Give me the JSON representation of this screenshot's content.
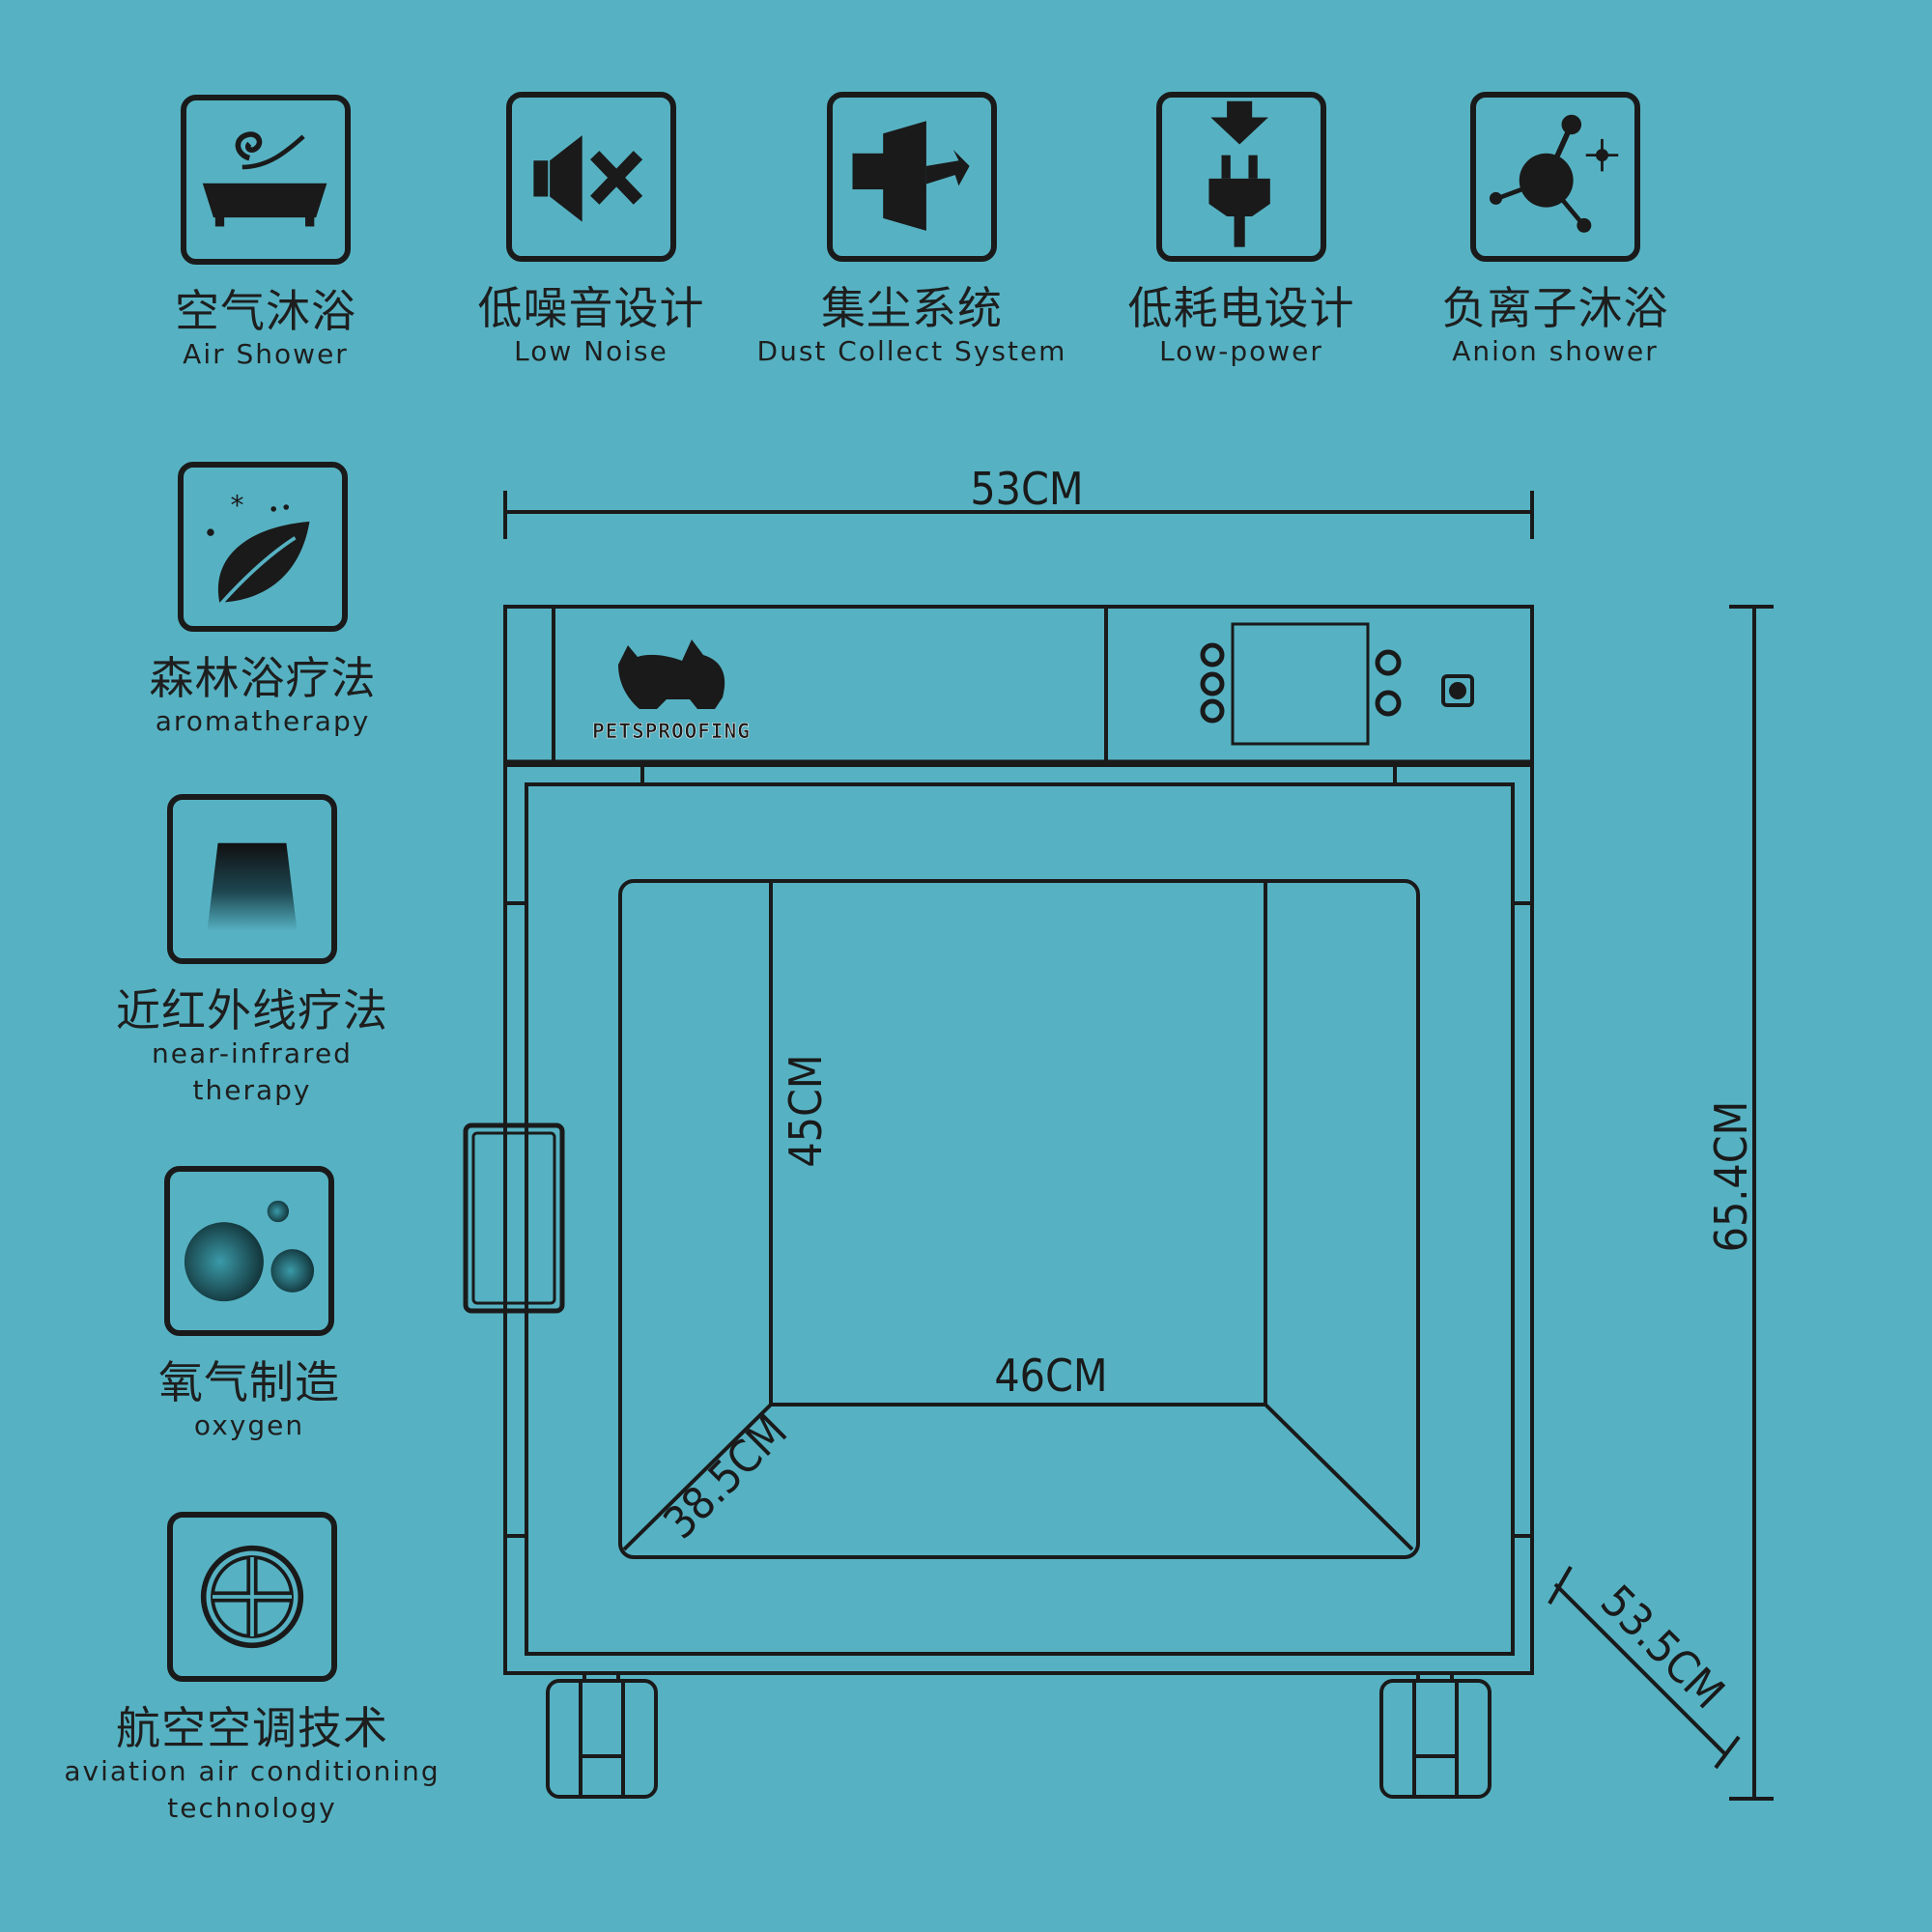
{
  "features": [
    {
      "id": "air-shower",
      "cn": "空气沐浴",
      "en": "Air Shower",
      "icon": "bathtub-swirl-icon"
    },
    {
      "id": "low-noise",
      "cn": "低噪音设计",
      "en": "Low Noise",
      "icon": "speaker-mute-icon"
    },
    {
      "id": "dust-collect",
      "cn": "集尘系统",
      "en": "Dust Collect System",
      "icon": "dust-collector-icon"
    },
    {
      "id": "low-power",
      "cn": "低耗电设计",
      "en": "Low-power",
      "icon": "plug-icon"
    },
    {
      "id": "anion",
      "cn": "负离子沐浴",
      "en": "Anion shower",
      "icon": "molecule-icon"
    },
    {
      "id": "aromatherapy",
      "cn": "森林浴疗法",
      "en": "aromatherapy",
      "icon": "leaf-icon"
    },
    {
      "id": "near-infrared",
      "cn": "近红外线疗法",
      "en": "near-infrared therapy",
      "icon": "infrared-lamp-icon"
    },
    {
      "id": "oxygen",
      "cn": "氧气制造",
      "en": "oxygen",
      "icon": "bubbles-icon"
    },
    {
      "id": "aviation-ac",
      "cn": "航空空调技术",
      "en": "aviation air conditioning technology",
      "icon": "fan-icon"
    }
  ],
  "brand": "PETSPROOFING",
  "dimensions": {
    "width": "53CM",
    "height": "65.4CM",
    "depth": "53.5CM",
    "inner_height": "45CM",
    "inner_width": "46CM",
    "inner_depth": "38.5CM"
  },
  "colors": {
    "background": "#56b2c3",
    "line": "#1a1a1a"
  }
}
